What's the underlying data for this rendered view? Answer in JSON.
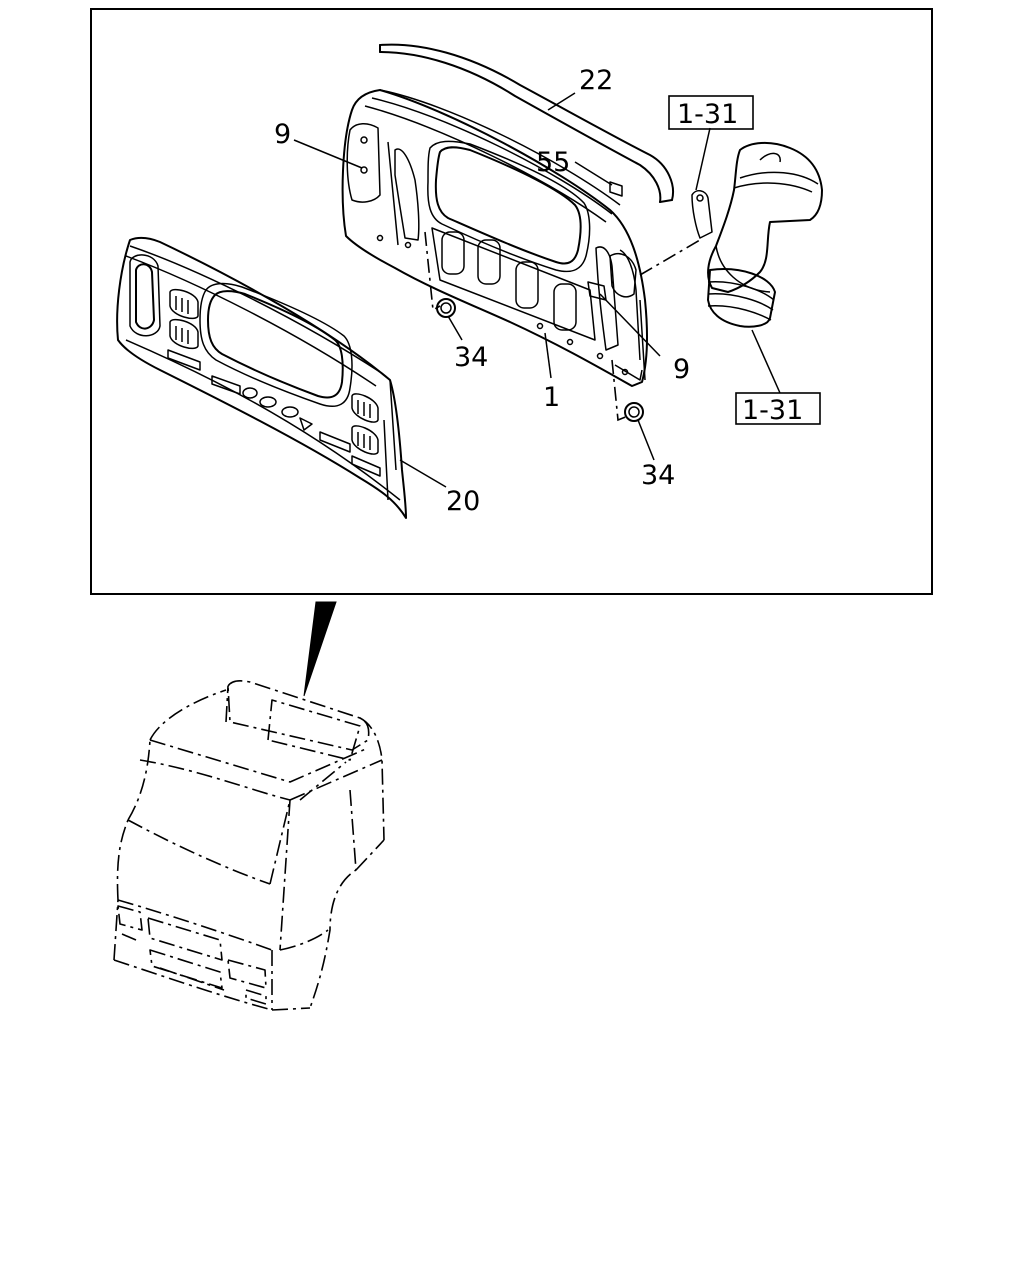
{
  "diagram": {
    "callouts": [
      {
        "id": "c22",
        "text": "22"
      },
      {
        "id": "c9a",
        "text": "9"
      },
      {
        "id": "c55",
        "text": "55"
      },
      {
        "id": "c131a",
        "text": "1-31"
      },
      {
        "id": "c34a",
        "text": "34"
      },
      {
        "id": "c1",
        "text": "1"
      },
      {
        "id": "c9b",
        "text": "9"
      },
      {
        "id": "c131b",
        "text": "1-31"
      },
      {
        "id": "c34b",
        "text": "34"
      },
      {
        "id": "c20",
        "text": "20"
      }
    ]
  }
}
